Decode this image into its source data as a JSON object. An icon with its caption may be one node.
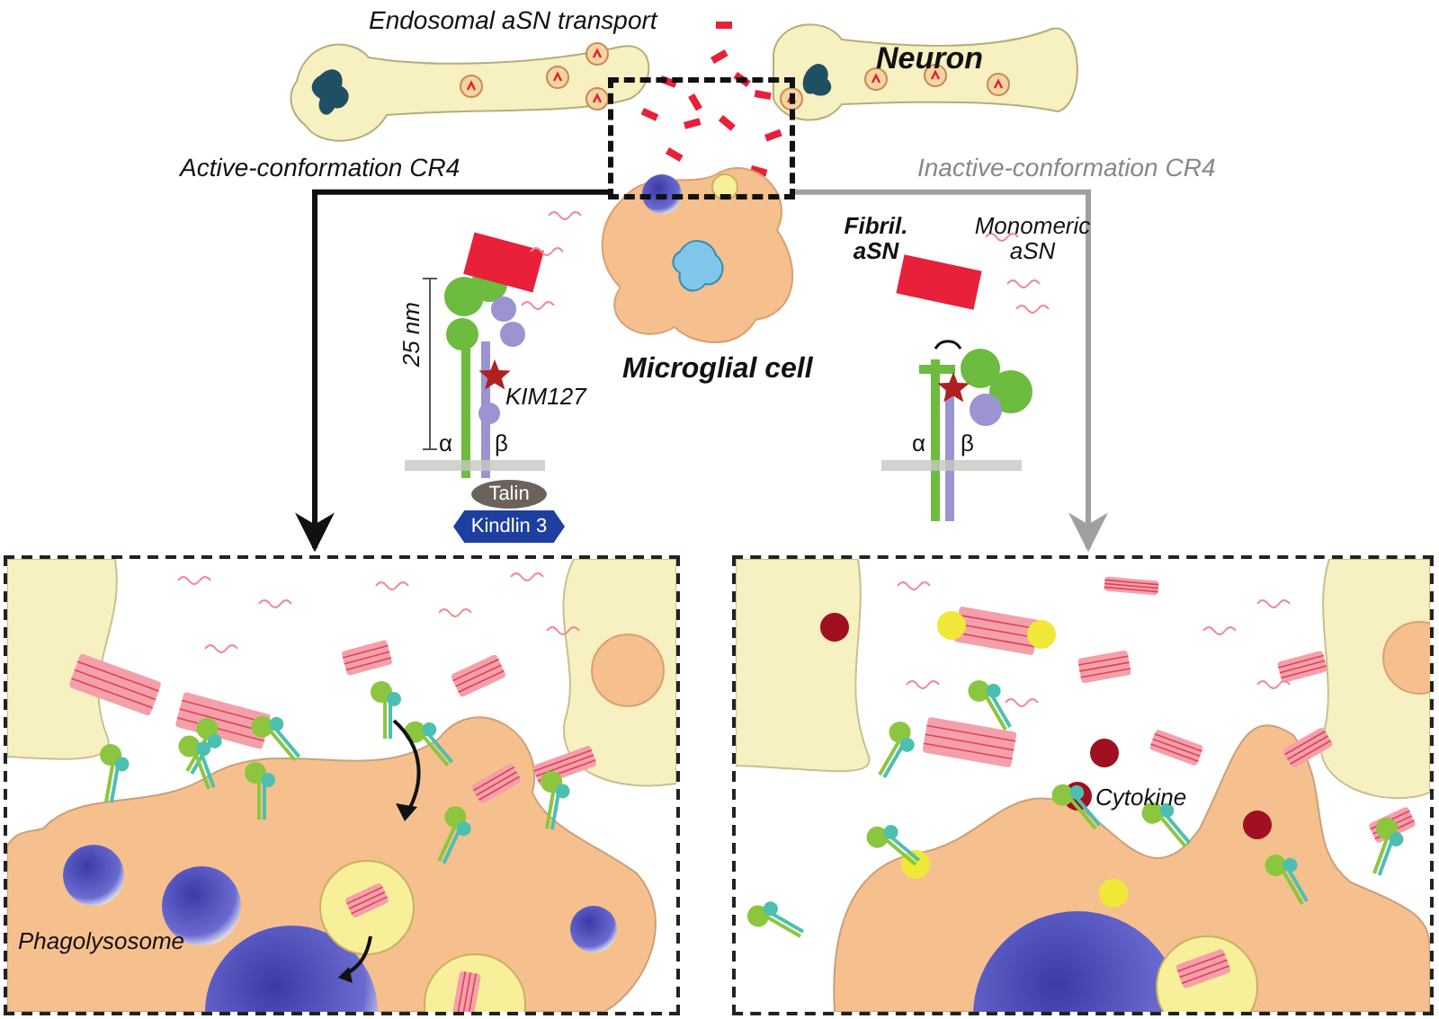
{
  "diagram": {
    "nodes": [
      {
        "text": [],
        "shape": "box"
      },
      {
        "text": [
          "Talin"
        ]
      },
      {
        "text": [
          "Kindlin 3"
        ]
      },
      {
        "text": [],
        "shape": "box"
      },
      {
        "text": [],
        "shape": "box"
      }
    ],
    "edges": [
      {
        "from": 0,
        "to": 3,
        "arrow": "to",
        "color": "#111111"
      },
      {
        "from": 0,
        "to": 4,
        "arrow": "to",
        "color": "#a0a0a0"
      }
    ],
    "labels": [
      "Endosomal aSN transport",
      "Neuron",
      "Active-conformation CR4",
      "Inactive-conformation CR4",
      "Fibril. aSN",
      "Monomeric aSN",
      "Microglial cell",
      "25 nm",
      "KIM127",
      "α",
      "β",
      "α",
      "β",
      "Phagolysosome",
      "Cytokine"
    ]
  }
}
